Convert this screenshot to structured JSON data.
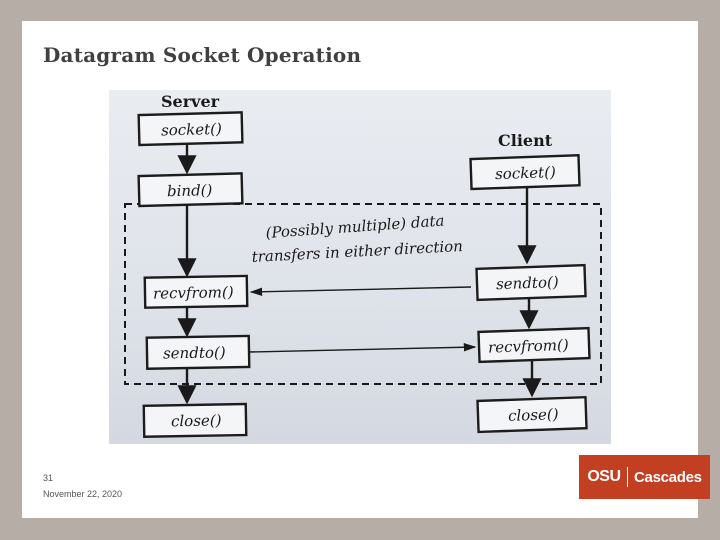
{
  "slide": {
    "title": "Datagram Socket Operation",
    "page_number": "31",
    "date": "November 22, 2020"
  },
  "figure": {
    "server_heading": "Server",
    "client_heading": "Client",
    "server_calls": [
      "socket()",
      "bind()",
      "recvfrom()",
      "sendto()",
      "close()"
    ],
    "client_calls": [
      "socket()",
      "sendto()",
      "recvfrom()",
      "close()"
    ],
    "note_line1": "(Possibly multiple) data",
    "note_line2": "transfers in either direction"
  },
  "logo": {
    "short": "OSU",
    "name": "Cascades",
    "color": "#c33f22"
  }
}
